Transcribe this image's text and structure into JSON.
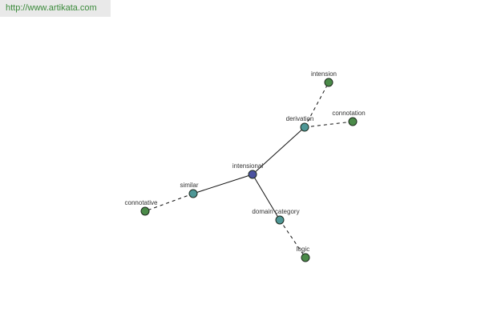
{
  "watermark": {
    "url": "http://www.artikata.com"
  },
  "colors": {
    "root": "#4b52a0",
    "relation": "#4e9796",
    "leaf": "#4a8a48",
    "url": "#3a8a3a"
  },
  "nodes": [
    {
      "id": "intensional",
      "label": "intensional",
      "kind": "root"
    },
    {
      "id": "derivation",
      "label": "derivation",
      "kind": "relation"
    },
    {
      "id": "similar",
      "label": "similar",
      "kind": "relation"
    },
    {
      "id": "domain_category",
      "label": "domain category",
      "kind": "relation"
    },
    {
      "id": "intension",
      "label": "intension",
      "kind": "leaf"
    },
    {
      "id": "connotation",
      "label": "connotation",
      "kind": "leaf"
    },
    {
      "id": "connotative",
      "label": "connotative",
      "kind": "leaf"
    },
    {
      "id": "logic",
      "label": "logic",
      "kind": "leaf"
    }
  ],
  "edges": [
    {
      "from": "intensional",
      "to": "derivation",
      "style": "solid"
    },
    {
      "from": "intensional",
      "to": "similar",
      "style": "solid"
    },
    {
      "from": "intensional",
      "to": "domain_category",
      "style": "solid"
    },
    {
      "from": "derivation",
      "to": "intension",
      "style": "dashed"
    },
    {
      "from": "derivation",
      "to": "connotation",
      "style": "dashed"
    },
    {
      "from": "similar",
      "to": "connotative",
      "style": "dashed"
    },
    {
      "from": "domain_category",
      "to": "logic",
      "style": "dashed"
    }
  ]
}
